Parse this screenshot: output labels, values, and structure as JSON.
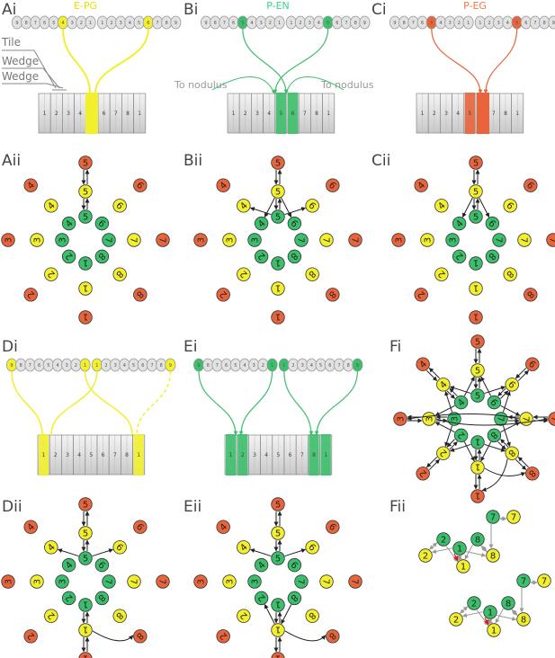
{
  "panels": {
    "Ai": {
      "label": "Ai",
      "title": "E-PG",
      "title_color": "#e8e000"
    },
    "Bi": {
      "label": "Bi",
      "title": "P-EN",
      "title_color": "#3fd18c"
    },
    "Ci": {
      "label": "Ci",
      "title": "P-EG",
      "title_color": "#f07a4a"
    },
    "Aii": {
      "label": "Aii"
    },
    "Bii": {
      "label": "Bii"
    },
    "Cii": {
      "label": "Cii"
    },
    "Di": {
      "label": "Di"
    },
    "Ei": {
      "label": "Ei"
    },
    "Fi": {
      "label": "Fi"
    },
    "Dii": {
      "label": "Dii"
    },
    "Eii": {
      "label": "Eii"
    },
    "Fii": {
      "label": "Fii"
    }
  },
  "annotations": {
    "tile": "Tile",
    "wedge1": "Wedge",
    "wedge2": "Wedge",
    "to_nodulus_left": "To nodulus",
    "to_nodulus_right": "To nodulus"
  },
  "bridge_numbers": [
    "9",
    "8",
    "7",
    "6",
    "5",
    "4",
    "3",
    "2",
    "1",
    "1",
    "2",
    "3",
    "4",
    "5",
    "6",
    "7",
    "8",
    "9"
  ],
  "ellipsoid_numbers": [
    "1",
    "2",
    "3",
    "4",
    "5",
    "6",
    "7",
    "8",
    "1"
  ],
  "colors": {
    "yellow": "#f2ef2c",
    "green": "#3cbf6c",
    "orange": "#e8643c",
    "edge_dark": "#222222",
    "edge_gray": "#999999",
    "edge_red": "#d22020",
    "ring_gray": "#e2e2e2"
  }
}
